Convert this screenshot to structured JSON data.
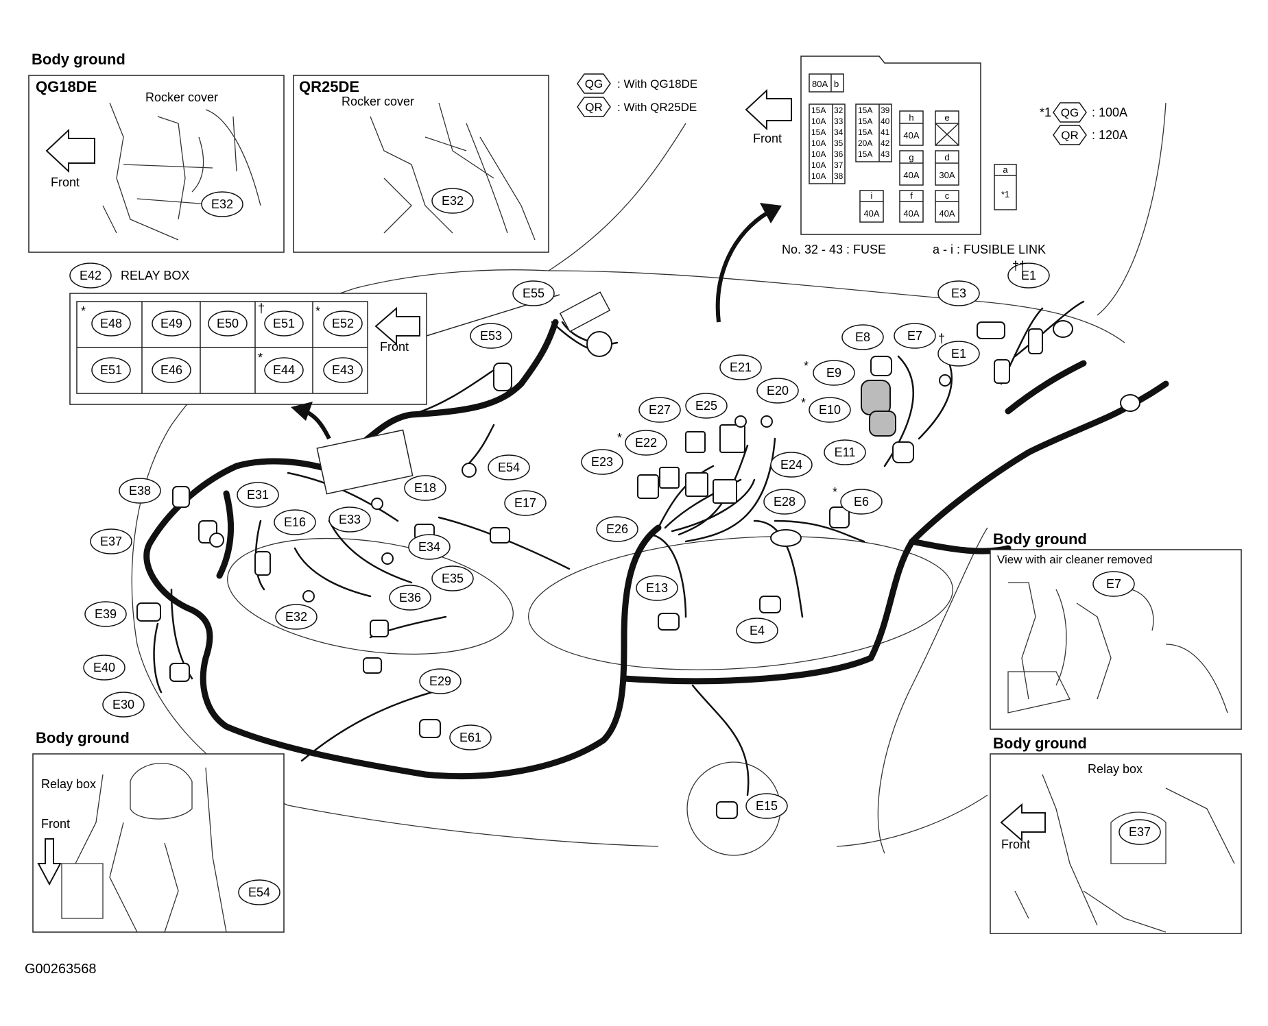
{
  "diagram_id": "G00263568",
  "insets": {
    "qg18de": {
      "section_title": "Body ground",
      "engine": "QG18DE",
      "callout": "Rocker cover",
      "front": "Front",
      "connector": "E32"
    },
    "qr25de": {
      "engine": "QR25DE",
      "callout": "Rocker cover",
      "connector": "E32"
    },
    "relay_box_ground": {
      "section_title": "Body ground",
      "callout": "Relay box",
      "front": "Front",
      "connector": "E54"
    },
    "air_cleaner_ground": {
      "section_title": "Body ground",
      "subtitle": "View with air cleaner removed",
      "connector": "E7"
    },
    "relay_box_ground_right": {
      "section_title": "Body ground",
      "callout": "Relay box",
      "front": "Front",
      "connector": "E37"
    }
  },
  "legend": {
    "qg_badge": "QG",
    "qg_text": ": With QG18DE",
    "qr_badge": "QR",
    "qr_text": ": With QR25DE"
  },
  "fuse_box": {
    "front": "Front",
    "fuse_caption": "No. 32 - 43 : FUSE",
    "link_caption": "a - i : FUSIBLE LINK",
    "top_cell": [
      "80A",
      "b"
    ],
    "fuses_left": [
      [
        "15A",
        "32"
      ],
      [
        "10A",
        "33"
      ],
      [
        "15A",
        "34"
      ],
      [
        "10A",
        "35"
      ],
      [
        "10A",
        "36"
      ],
      [
        "10A",
        "37"
      ],
      [
        "10A",
        "38"
      ]
    ],
    "fuses_right": [
      [
        "15A",
        "39"
      ],
      [
        "15A",
        "40"
      ],
      [
        "15A",
        "41"
      ],
      [
        "20A",
        "42"
      ],
      [
        "15A",
        "43"
      ]
    ],
    "links": [
      {
        "id": "h",
        "rating": "40A"
      },
      {
        "id": "e",
        "rating": ""
      },
      {
        "id": "g",
        "rating": "40A"
      },
      {
        "id": "d",
        "rating": "30A"
      },
      {
        "id": "a",
        "rating": "*1"
      },
      {
        "id": "i",
        "rating": "40A"
      },
      {
        "id": "f",
        "rating": "40A"
      },
      {
        "id": "c",
        "rating": "40A"
      }
    ],
    "note_marker": "*1",
    "note_qg_badge": "QG",
    "note_qg_value": ": 100A",
    "note_qr_badge": "QR",
    "note_qr_value": ": 120A"
  },
  "relay_box": {
    "id": "E42",
    "label": "RELAY BOX",
    "front": "Front",
    "row1": [
      "E48",
      "E49",
      "E50",
      "E51",
      "E52"
    ],
    "row2": [
      "E51",
      "E46",
      "",
      "E44",
      "E43"
    ],
    "marks_row1": [
      "*",
      "",
      "",
      "†",
      "*"
    ],
    "marks_row2": [
      "",
      "",
      "",
      "*",
      ""
    ]
  },
  "connectors": [
    "E55",
    "E53",
    "E54",
    "E38",
    "E31",
    "E16",
    "E33",
    "E18",
    "E17",
    "E34",
    "E37",
    "E35",
    "E36",
    "E32",
    "E39",
    "E40",
    "E30",
    "E29",
    "E61",
    "E21",
    "E20",
    "E27",
    "E25",
    "E22",
    "E23",
    "E24",
    "E26",
    "E28",
    "E13",
    "E4",
    "E15",
    "E8",
    "E7",
    "E1",
    "E3",
    "E1",
    "E9",
    "E10",
    "E11",
    "E6"
  ],
  "marks": {
    "star": "*",
    "dagger": "†",
    "double_dagger": "††"
  }
}
